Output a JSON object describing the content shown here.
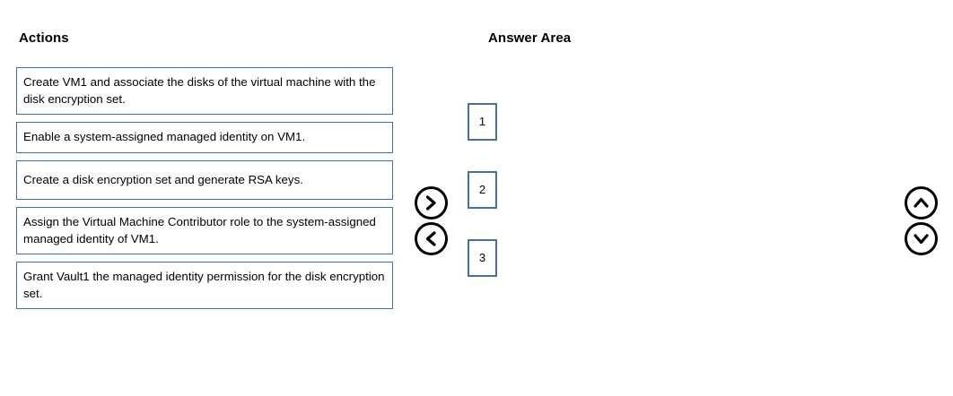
{
  "columns": {
    "actions_heading": "Actions",
    "answer_heading": "Answer Area"
  },
  "actions": [
    {
      "id": "action-1",
      "text": "Create VM1 and associate the disks of the virtual machine with the disk encryption set.",
      "lines": 2
    },
    {
      "id": "action-2",
      "text": "Enable a system-assigned managed identity on VM1.",
      "lines": 2
    },
    {
      "id": "action-3",
      "text": "Create a disk encryption set and generate RSA keys.",
      "lines": 1
    },
    {
      "id": "action-4",
      "text": "Assign the Virtual Machine Contributor role to the system-assigned managed identity of VM1.",
      "lines": 2
    },
    {
      "id": "action-5",
      "text": "Grant Vault1 the managed identity permission for the disk encryption set.",
      "lines": 2
    }
  ],
  "answer_slots": [
    {
      "id": "slot-1",
      "label": "1",
      "content": ""
    },
    {
      "id": "slot-2",
      "label": "2",
      "content": ""
    },
    {
      "id": "slot-3",
      "label": "3",
      "content": ""
    }
  ],
  "controls": {
    "move_right": {
      "icon": "chevron-right-icon",
      "title": "Move selected action to answer area"
    },
    "move_left": {
      "icon": "chevron-left-icon",
      "title": "Move selected action back to actions list"
    },
    "move_up": {
      "icon": "chevron-up-icon",
      "title": "Move selected item up"
    },
    "move_down": {
      "icon": "chevron-down-icon",
      "title": "Move selected item down"
    }
  },
  "colors": {
    "box_border": "#41719c",
    "button_outline": "#000000",
    "background": "#ffffff",
    "text": "#000000"
  }
}
